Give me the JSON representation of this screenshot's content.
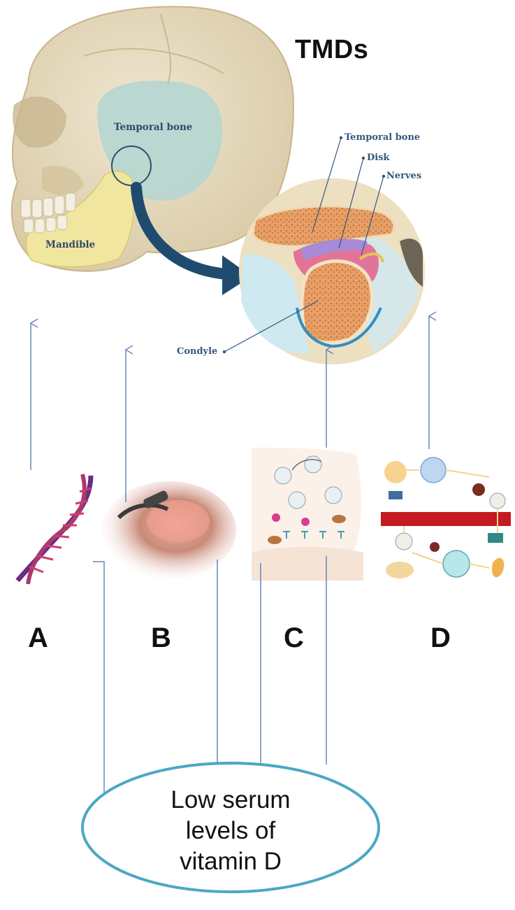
{
  "title": "TMDs",
  "anatomy": {
    "temporal_bone": "Temporal bone",
    "mandible": "Mandible",
    "inset_temporal_bone": "Temporal bone",
    "disk": "Disk",
    "nerves": "Nerves",
    "condyle": "Condyle"
  },
  "panels": [
    {
      "letter": "A",
      "image": "dna-double-helix"
    },
    {
      "letter": "B",
      "image": "jaw-injection-photo"
    },
    {
      "letter": "C",
      "image": "synapse-diagram"
    },
    {
      "letter": "D",
      "image": "vitamin-d-metabolism-diagram"
    }
  ],
  "cause": {
    "line1": "Low serum",
    "line2": "levels of",
    "line3": "vitamin D"
  },
  "colors": {
    "arrow": "#6a85b8",
    "oval_stroke": "#4aa8c4",
    "bone": "#e8dcc0",
    "temporal_region": "#b5d6d2",
    "mandible": "#f1e6a0",
    "big_arrow": "#1f4c6e"
  }
}
